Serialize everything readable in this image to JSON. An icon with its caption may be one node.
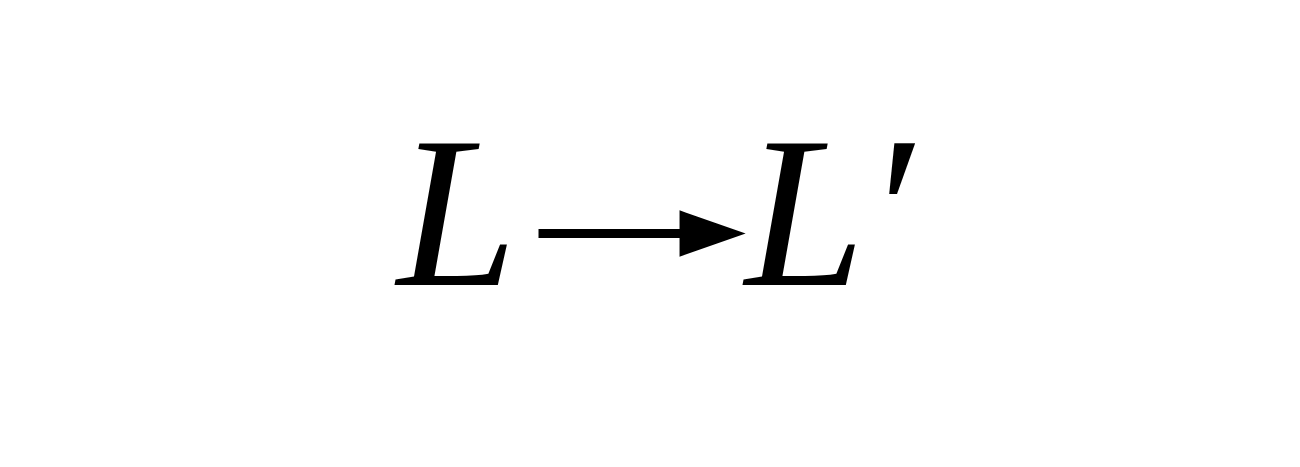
{
  "diagram": {
    "nodes": [
      {
        "text": [
          "L"
        ]
      },
      {
        "text": [
          "L′"
        ]
      }
    ],
    "edges": [
      {
        "from": 0,
        "to": 1,
        "arrow": "to"
      }
    ]
  }
}
